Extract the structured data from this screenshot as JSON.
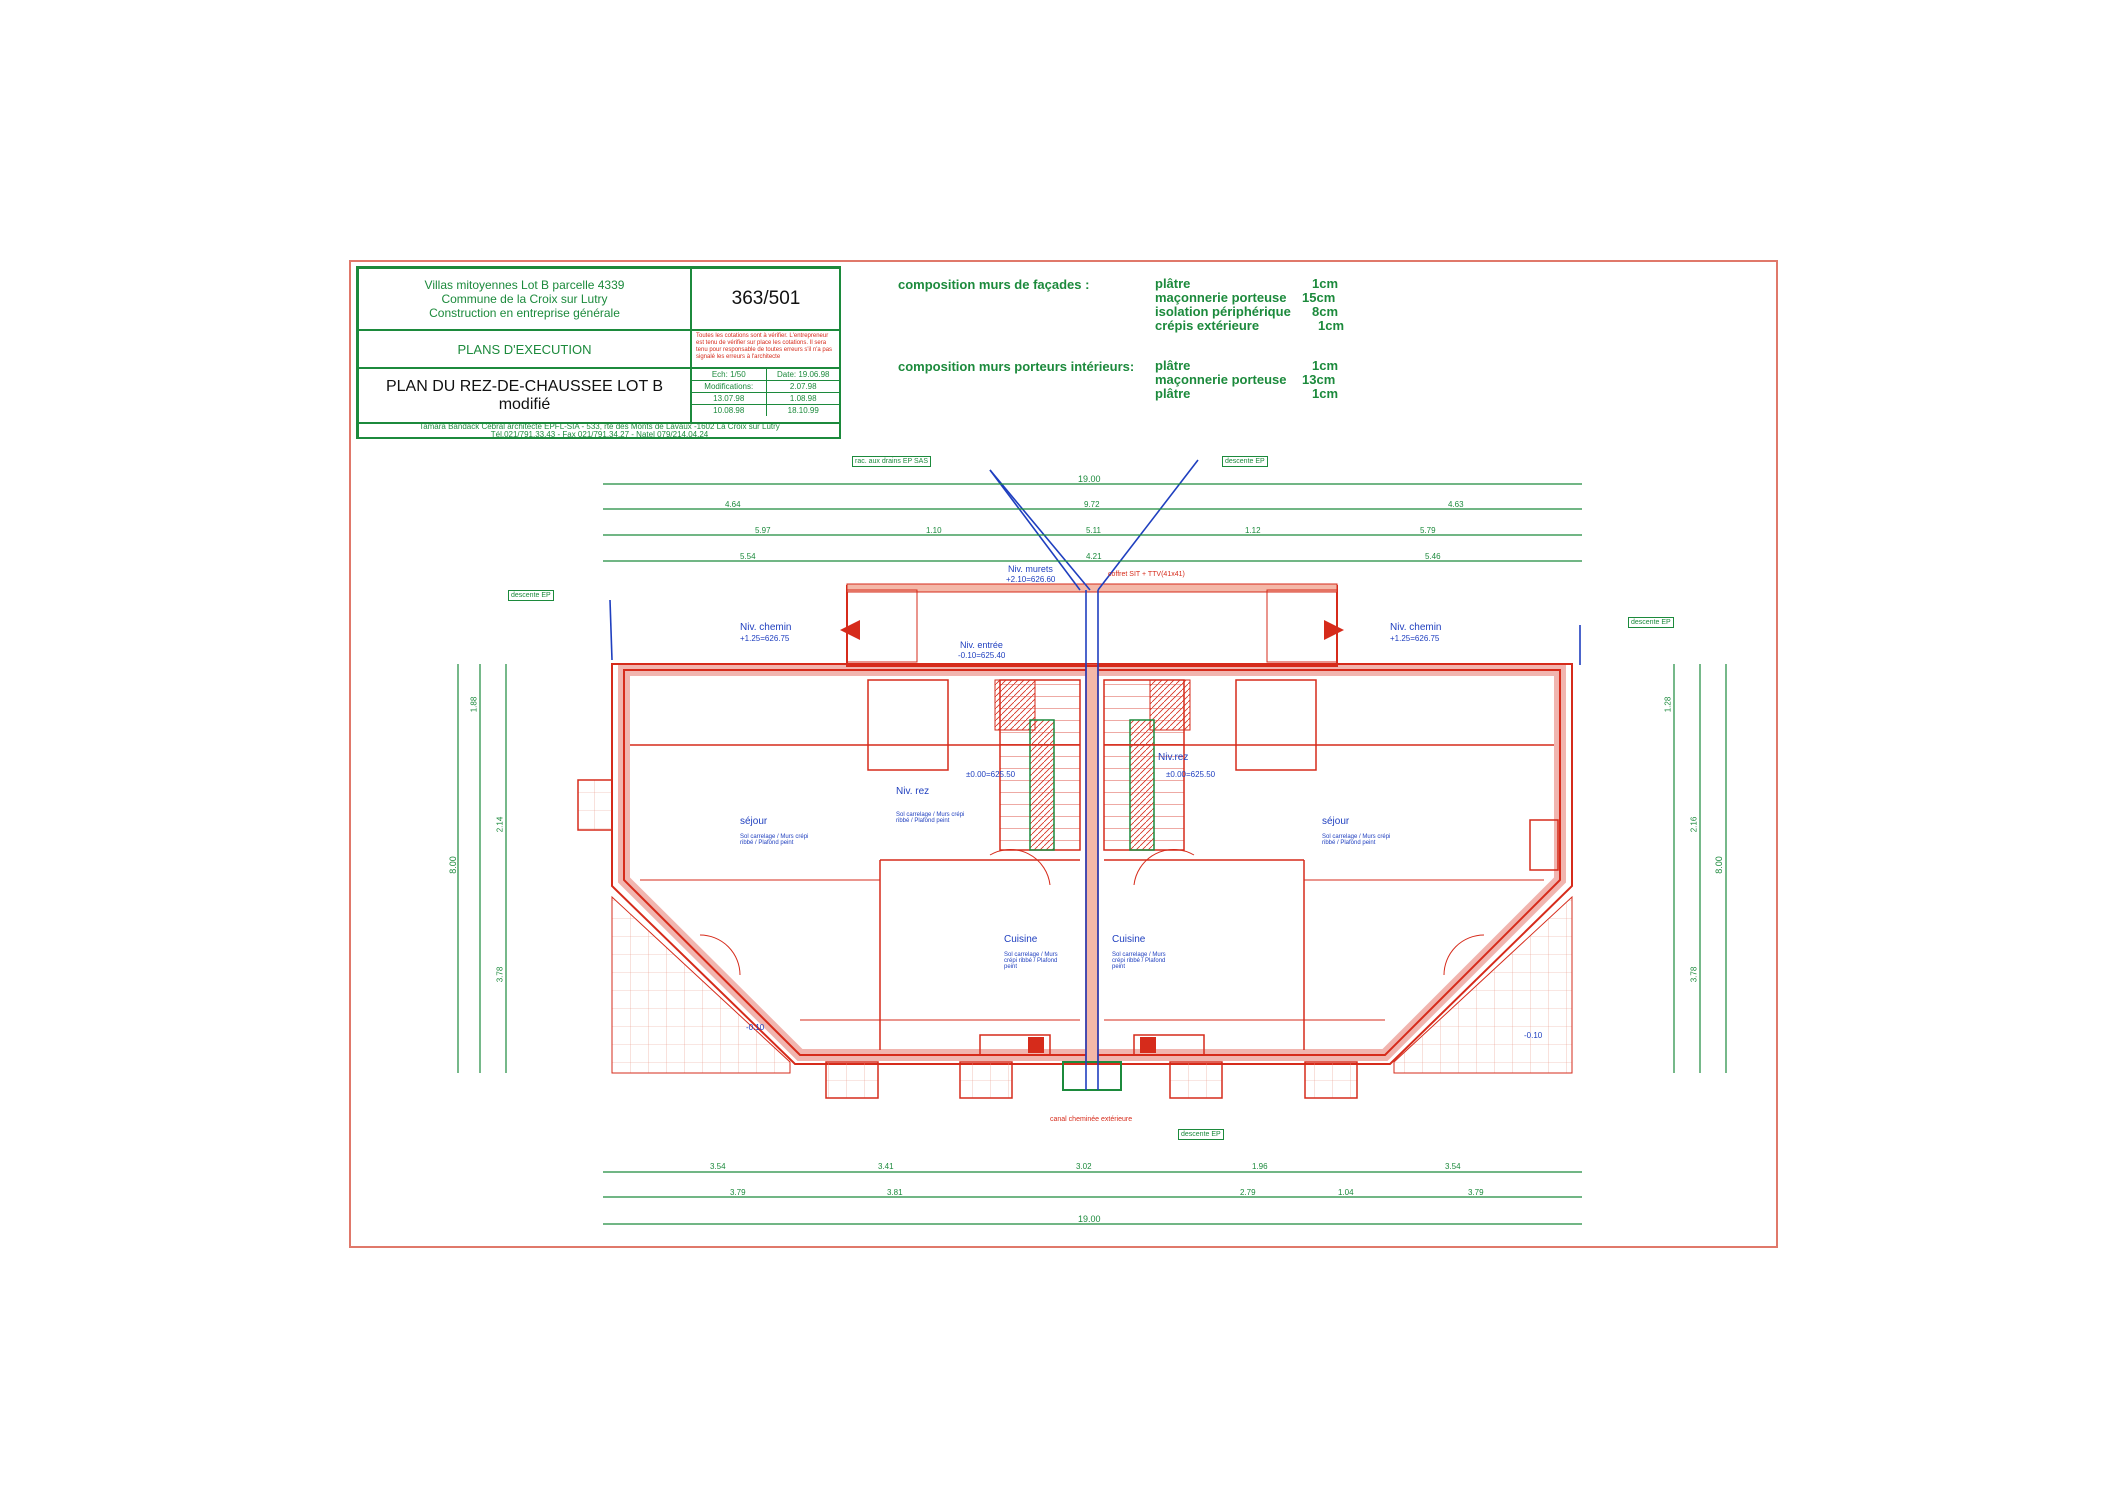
{
  "title_block": {
    "project_lines": [
      "Villas mitoyennes Lot B  parcelle 4339",
      "Commune de la Croix sur Lutry",
      "Construction en entreprise générale"
    ],
    "drawing_number": "363/501",
    "phase": "PLANS D'EXECUTION",
    "warning": "Toutes les cotations sont à vérifier. L'entrepreneur est tenu de vérifier sur place les cotations. Il sera tenu pour responsable de toutes erreurs s'il n'a pas signalé les erreurs à l'architecte",
    "title_line1": "PLAN DU REZ-DE-CHAUSSEE LOT B",
    "title_line2": "modifié",
    "scale_label": "Ech: 1/50",
    "date_label": "Date: 19.06.98",
    "modif_label": "Modifications:",
    "modif_1": "2.07.98",
    "date_a": "13.07.98",
    "date_b": "1.08.98",
    "date_c": "10.08.98",
    "date_d": "18.10.99",
    "footer_line1": "Tamara Bandack Cebral architecte EPFL-SIA - 533, rte des Monts de Lavaux -1602 La Croix sur Lutry",
    "footer_line2": "Tél.021/791.33.43 - Fax 021/791.34.27 - Natel 079/214.04.24"
  },
  "composition": {
    "facades_label": "composition murs de façades :",
    "facades": [
      {
        "material": "plâtre",
        "thickness": "1cm"
      },
      {
        "material": "maçonnerie porteuse",
        "thickness": "15cm"
      },
      {
        "material": "isolation périphérique",
        "thickness": "8cm"
      },
      {
        "material": "crépis extérieure",
        "thickness": "1cm"
      }
    ],
    "interior_label": "composition murs porteurs intérieurs:",
    "interior": [
      {
        "material": "plâtre",
        "thickness": "1cm"
      },
      {
        "material": "maçonnerie porteuse",
        "thickness": "13cm"
      },
      {
        "material": "plâtre",
        "thickness": "1cm"
      }
    ]
  },
  "dimensions": {
    "top_total": "19.00",
    "top_row2": [
      "4.64",
      "9.72",
      "4.63"
    ],
    "top_row3": [
      "5.97",
      "1.10",
      "5.11",
      "1.12",
      "5.79"
    ],
    "top_row4": [
      "5.54",
      "4.21",
      "5.46"
    ],
    "bottom_row1": [
      "3.54",
      "3.41",
      "3.02",
      "1.96",
      "3.54"
    ],
    "bottom_row2": [
      "3.79",
      "3.81",
      "2.79",
      "1.04",
      "3.79"
    ],
    "bottom_total": "19.00",
    "left_total": "8.00",
    "right_total": "8.00",
    "left_parts": [
      "1.88",
      "2.14",
      "3.78"
    ],
    "right_parts": [
      "1.28",
      "2.16",
      "3.78"
    ]
  },
  "rooms": [
    {
      "name": "Niv. chemin",
      "level": "+1.25=626.75"
    },
    {
      "name": "séjour",
      "level": ""
    },
    {
      "name": "Niv. rez",
      "level": "±0.00=625.50"
    },
    {
      "name": "Cuisine",
      "level": ""
    },
    {
      "name": "Cuisine",
      "level": ""
    },
    {
      "name": "Niv.rez",
      "level": "±0.00=625.50"
    },
    {
      "name": "séjour",
      "level": ""
    },
    {
      "name": "Niv. chemin",
      "level": "+1.25=626.75"
    }
  ],
  "annotations": {
    "niv_murets": "Niv. murets",
    "niv_murets_level": "+2.10=626.60",
    "niv_entree": "Niv. entrée",
    "niv_entree_level": "-0.10=625.40",
    "coffret": "coffret SIT + TTV(41x41)",
    "floor_spec": "Sol carrelage / Murs crépi ribbé / Plafond peint",
    "descente_ep": "descente EP",
    "raccordement": "rac. aux drains EP SAS",
    "canal": "canal cheminée extérieure",
    "terrace_level": "-0.10"
  },
  "colors": {
    "red": "#d62b1b",
    "blue": "#1f3fbf",
    "green": "#1c8a3c",
    "sheet_border": "#e0786a",
    "wall": "#f4b8a8"
  }
}
